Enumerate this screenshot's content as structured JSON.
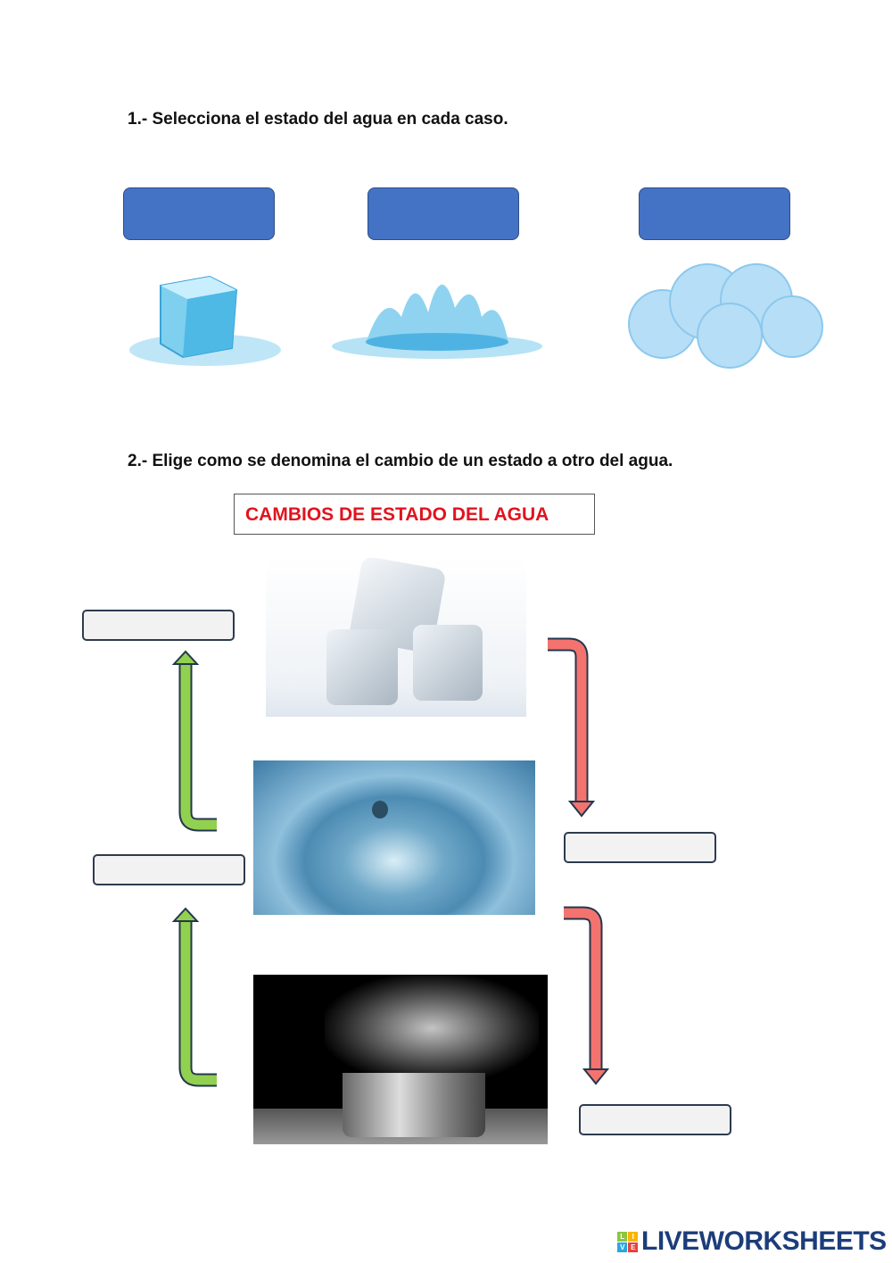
{
  "question1": "1.- Selecciona el estado del agua en cada caso.",
  "question2": "2.- Elige como se denomina el cambio de un estado a otro del agua.",
  "diagram_title": "CAMBIOS DE ESTADO DEL AGUA",
  "logo": {
    "text": "LIVEWORKSHEETS",
    "tiles": [
      "L",
      "I",
      "V",
      "E"
    ]
  },
  "colors": {
    "select_box": "#4472c4",
    "title_red": "#e0141e",
    "green_arrow": "#92d050",
    "red_arrow": "#f4736e"
  }
}
